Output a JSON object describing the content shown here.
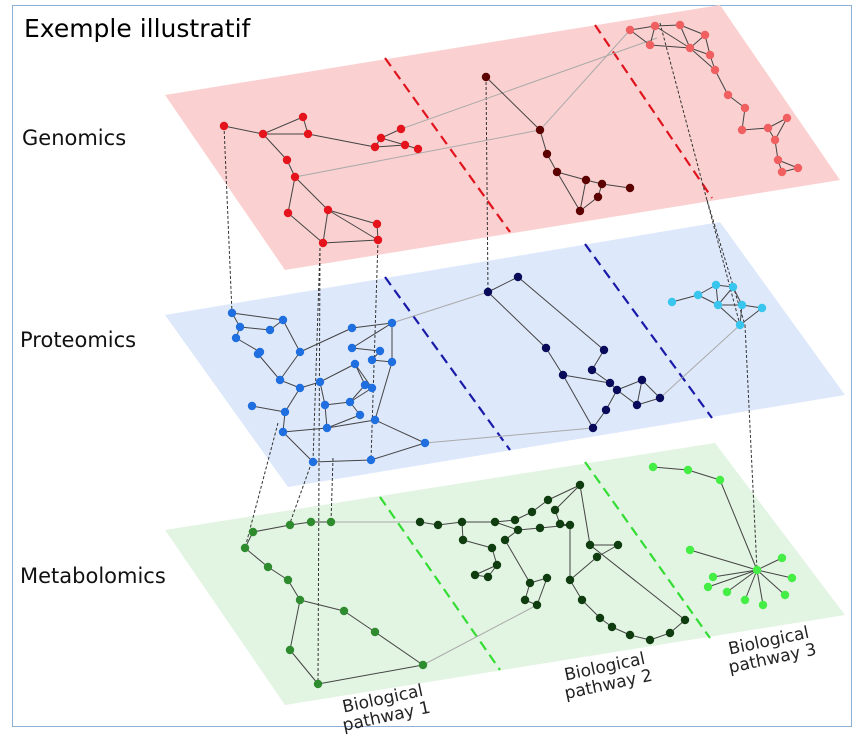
{
  "title": "Exemple illustratif",
  "layers": [
    {
      "name": "Genomics",
      "fill": "#fbd0d0",
      "divider": "#e0141e"
    },
    {
      "name": "Proteomics",
      "fill": "#dde8fb",
      "divider": "#1a1aa8"
    },
    {
      "name": "Metabolomics",
      "fill": "#e2f4e2",
      "divider": "#33dd33"
    }
  ],
  "pathways": [
    {
      "line1": "Biological",
      "line2": "pathway 1"
    },
    {
      "line1": "Biological",
      "line2": "pathway 2"
    },
    {
      "line1": "Biological",
      "line2": "pathway 3"
    }
  ],
  "colors": {
    "genomics_p1": "#e5141c",
    "genomics_p2": "#5c0000",
    "genomics_p3": "#f06060",
    "proteomics_p1": "#1f6fe0",
    "proteomics_p2": "#0a0a5a",
    "proteomics_p3": "#38c6ee",
    "metabolomics_p1": "#2e8b2e",
    "metabolomics_p2": "#0f3d0f",
    "metabolomics_p3": "#44ee44",
    "edge": "#444444",
    "cross_edge": "#aaaaaa",
    "interlayer": "#333333"
  }
}
